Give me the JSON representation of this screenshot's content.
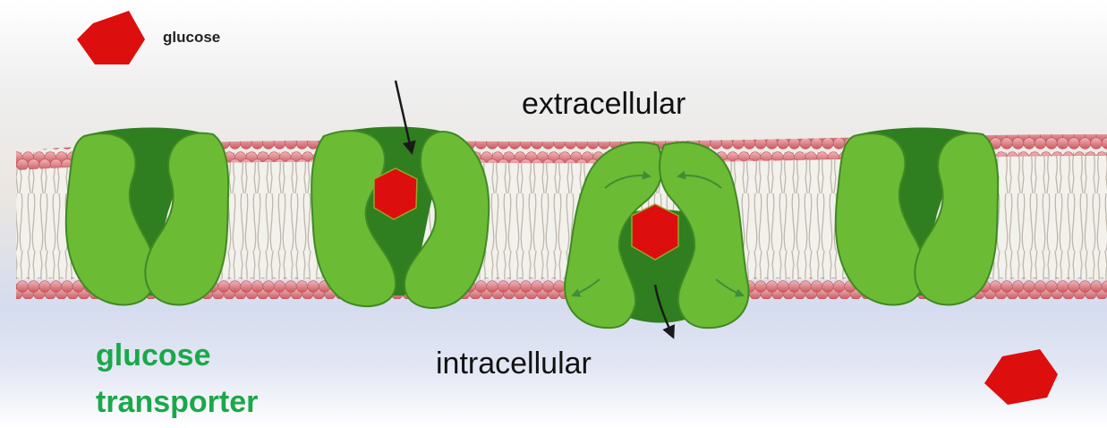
{
  "legend": {
    "glucose_label": "glucose"
  },
  "regions": {
    "outside": "extracellular",
    "inside": "intracellular"
  },
  "title": {
    "line1": "glucose",
    "line2": "transporter"
  },
  "colors": {
    "glucose": "#dd0e0e",
    "transporter": "#5fb02c",
    "transporter_channel": "#2f7e1f",
    "title_text": "#1aa84a",
    "lipid_head": "#e58a90",
    "lipid_tail": "#f3f1ec",
    "inside_medium": "#c5d0ec"
  },
  "transporter_states": [
    "open-outward-empty",
    "open-outward-bound",
    "occluded-open-inward",
    "open-outward-empty"
  ]
}
